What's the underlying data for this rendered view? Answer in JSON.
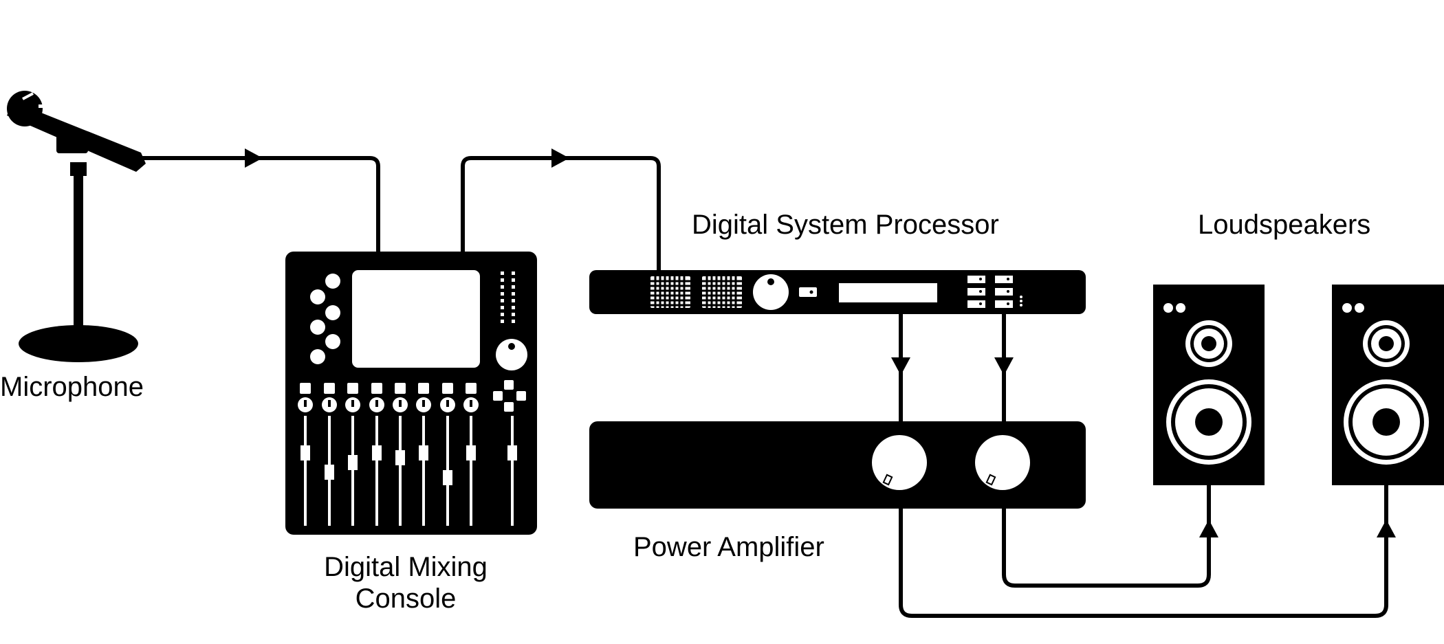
{
  "labels": {
    "microphone": "Microphone",
    "console_line1": "Digital Mixing",
    "console_line2": "Console",
    "processor": "Digital System Processor",
    "amplifier": "Power Amplifier",
    "loudspeakers": "Loudspeakers"
  },
  "colors": {
    "ink": "#000000",
    "paper": "#ffffff"
  },
  "icons": [
    "microphone-icon",
    "mixing-console-icon",
    "system-processor-icon",
    "power-amplifier-icon",
    "loudspeaker-icon"
  ]
}
